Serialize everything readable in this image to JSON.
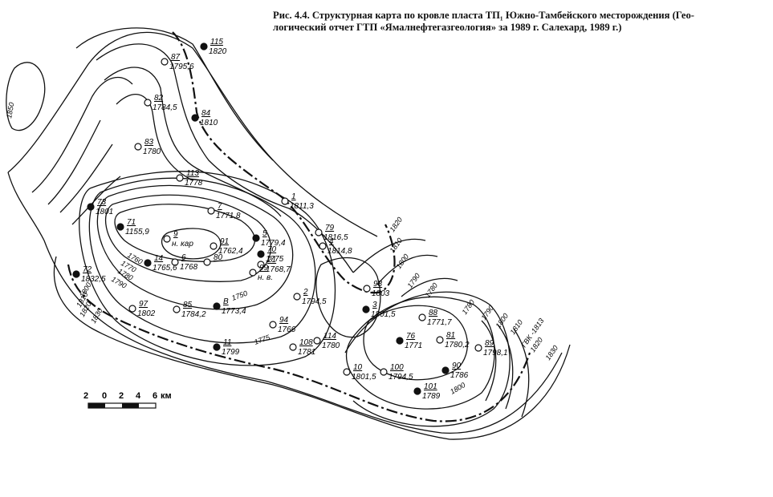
{
  "caption": {
    "line1": "Рис. 4.4. Структурная карта по кровле пласта ТП₁ Южно-Тамбейского месторождения (Гео-",
    "line2": "логический отчет ГТП «Ямалнефтегазгеология» за 1989 г. Салехард, 1989 г.)"
  },
  "wells": [
    {
      "id": "115",
      "value": "1820"
    },
    {
      "id": "87",
      "value": "1795,6"
    },
    {
      "id": "82",
      "value": "1784,5"
    },
    {
      "id": "84",
      "value": "1810"
    },
    {
      "id": "83",
      "value": "1780"
    },
    {
      "id": "113",
      "value": "1778"
    },
    {
      "id": "73",
      "value": "1801"
    },
    {
      "id": "7",
      "value": "1771,8"
    },
    {
      "id": "1",
      "value": "1811,3"
    },
    {
      "id": "71",
      "value": "1155,9"
    },
    {
      "id": "9",
      "value": "н. кар"
    },
    {
      "id": "91",
      "value": "1762,4"
    },
    {
      "id": "5",
      "value": "1779,4"
    },
    {
      "id": "79",
      "value": "1816,5"
    },
    {
      "id": "4",
      "value": "1814,8"
    },
    {
      "id": "70",
      "value": "1775"
    },
    {
      "id": "6",
      "value": "1768"
    },
    {
      "id": "80",
      "value": ""
    },
    {
      "id": "14",
      "value": "1765,6"
    },
    {
      "id": "21",
      "value": "1768,7"
    },
    {
      "id": "99",
      "value": "н. в."
    },
    {
      "id": "72",
      "value": "1832,5"
    },
    {
      "id": "98",
      "value": "1803"
    },
    {
      "id": "2",
      "value": "1794,5"
    },
    {
      "id": "3",
      "value": "1801,5"
    },
    {
      "id": "97",
      "value": "1802"
    },
    {
      "id": "85",
      "value": "1784,2"
    },
    {
      "id": "В",
      "value": "1773,4"
    },
    {
      "id": "94",
      "value": "1766"
    },
    {
      "id": "88",
      "value": "1771,7"
    },
    {
      "id": "76",
      "value": "1771"
    },
    {
      "id": "81",
      "value": "1780,2"
    },
    {
      "id": "114",
      "value": "1780"
    },
    {
      "id": "11",
      "value": "1799"
    },
    {
      "id": "108",
      "value": "1781"
    },
    {
      "id": "89",
      "value": "1798,1"
    },
    {
      "id": "90",
      "value": "1786"
    },
    {
      "id": "10",
      "value": "1801,5"
    },
    {
      "id": "100",
      "value": "1794,5"
    },
    {
      "id": "101",
      "value": "1789"
    }
  ],
  "isolines": [
    "1850",
    "1820",
    "1810",
    "1800",
    "1790",
    "1780",
    "1780",
    "1790",
    "1800",
    "1810",
    "ГВК -1813",
    "1820",
    "1830",
    "1760",
    "1770",
    "1780",
    "1790",
    "1800",
    "1810",
    "1820",
    "1830",
    "1750",
    "1775",
    "1800"
  ],
  "scale": {
    "ticks": [
      "2",
      "0",
      "2",
      "4",
      "6"
    ],
    "unit": "км"
  }
}
